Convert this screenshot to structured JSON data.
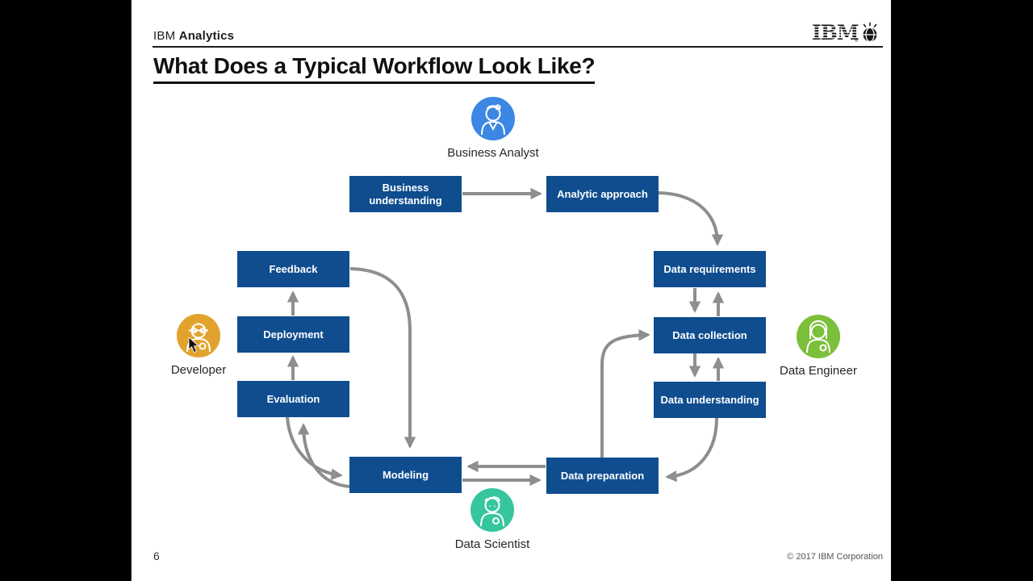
{
  "header": {
    "brand_regular": "IBM",
    "brand_bold": "Analytics"
  },
  "logo": {
    "text": "IBM",
    "registered": "®",
    "globe_icon": "smarter-planet-globe"
  },
  "title": "What Does a Typical Workflow Look Like?",
  "nodes": [
    {
      "id": "business-understanding",
      "label": "Business understanding"
    },
    {
      "id": "analytic-approach",
      "label": "Analytic approach"
    },
    {
      "id": "data-requirements",
      "label": "Data requirements"
    },
    {
      "id": "data-collection",
      "label": "Data collection"
    },
    {
      "id": "data-understanding",
      "label": "Data understanding"
    },
    {
      "id": "data-preparation",
      "label": "Data preparation"
    },
    {
      "id": "modeling",
      "label": "Modeling"
    },
    {
      "id": "evaluation",
      "label": "Evaluation"
    },
    {
      "id": "deployment",
      "label": "Deployment"
    },
    {
      "id": "feedback",
      "label": "Feedback"
    }
  ],
  "personas": [
    {
      "id": "business-analyst",
      "label": "Business Analyst",
      "color": "#3B87E3"
    },
    {
      "id": "developer",
      "label": "Developer",
      "color": "#E2A32E"
    },
    {
      "id": "data-engineer",
      "label": "Data Engineer",
      "color": "#7CBF3A"
    },
    {
      "id": "data-scientist",
      "label": "Data Scientist",
      "color": "#36C69E"
    }
  ],
  "footer": {
    "page_number": "6",
    "copyright": "© 2017 IBM Corporation"
  },
  "colors": {
    "box_blue": "#0F4D8F",
    "arrow_gray": "#8E8E8E",
    "slide_bg": "#FFFFFF",
    "letterbox": "#000000"
  }
}
